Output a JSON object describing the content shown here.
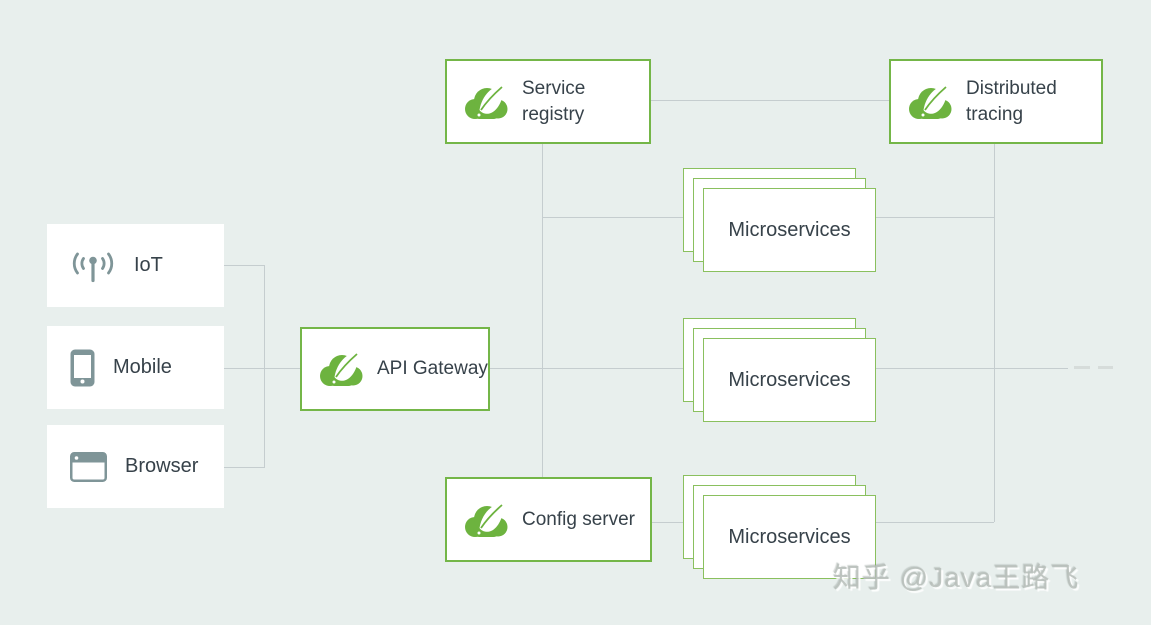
{
  "colors": {
    "background": "#e8efed",
    "box_border_green": "#74b648",
    "card_border_green": "#8ac05e",
    "connector_gray": "#c5cdcf",
    "dash_gray": "#d6dcda",
    "text_dark": "#37424a",
    "icon_gray": "#7f9598",
    "logo_green": "#6db33f",
    "box_white": "#ffffff"
  },
  "clients": [
    {
      "label": "IoT",
      "icon": "antenna-signal-icon"
    },
    {
      "label": "Mobile",
      "icon": "smartphone-icon"
    },
    {
      "label": "Browser",
      "icon": "browser-window-icon"
    }
  ],
  "services": {
    "service_registry": {
      "label": "Service registry",
      "icon": "spring-cloud-icon"
    },
    "distributed_tracing": {
      "label": "Distributed tracing",
      "icon": "spring-cloud-icon"
    },
    "api_gateway": {
      "label": "API Gateway",
      "icon": "spring-cloud-icon"
    },
    "config_server": {
      "label": "Config server",
      "icon": "spring-cloud-icon"
    }
  },
  "microservices": {
    "top": {
      "label": "Microservices"
    },
    "middle": {
      "label": "Microservices"
    },
    "bottom": {
      "label": "Microservices"
    }
  },
  "watermark": {
    "text": "知乎 @Java王路飞"
  }
}
